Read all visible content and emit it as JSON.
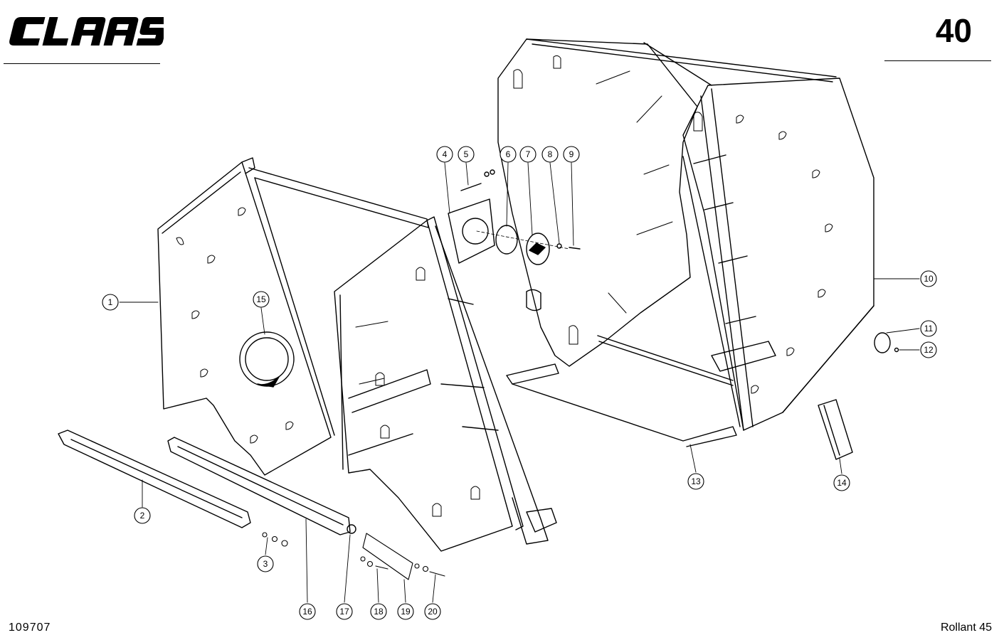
{
  "header": {
    "brand": "CLAAS",
    "page_number": "40"
  },
  "footer": {
    "document_number": "109707",
    "model": "Rollant 45"
  },
  "callouts": [
    {
      "id": "1",
      "label": "1"
    },
    {
      "id": "2",
      "label": "2"
    },
    {
      "id": "3",
      "label": "3"
    },
    {
      "id": "4",
      "label": "4"
    },
    {
      "id": "5",
      "label": "5"
    },
    {
      "id": "6",
      "label": "6"
    },
    {
      "id": "7",
      "label": "7"
    },
    {
      "id": "8",
      "label": "8"
    },
    {
      "id": "9",
      "label": "9"
    },
    {
      "id": "10",
      "label": "10"
    },
    {
      "id": "11",
      "label": "11"
    },
    {
      "id": "12",
      "label": "12"
    },
    {
      "id": "13",
      "label": "13"
    },
    {
      "id": "14",
      "label": "14"
    },
    {
      "id": "15",
      "label": "15"
    },
    {
      "id": "16",
      "label": "16"
    },
    {
      "id": "17",
      "label": "17"
    },
    {
      "id": "18",
      "label": "18"
    },
    {
      "id": "19",
      "label": "19"
    },
    {
      "id": "20",
      "label": "20"
    }
  ]
}
